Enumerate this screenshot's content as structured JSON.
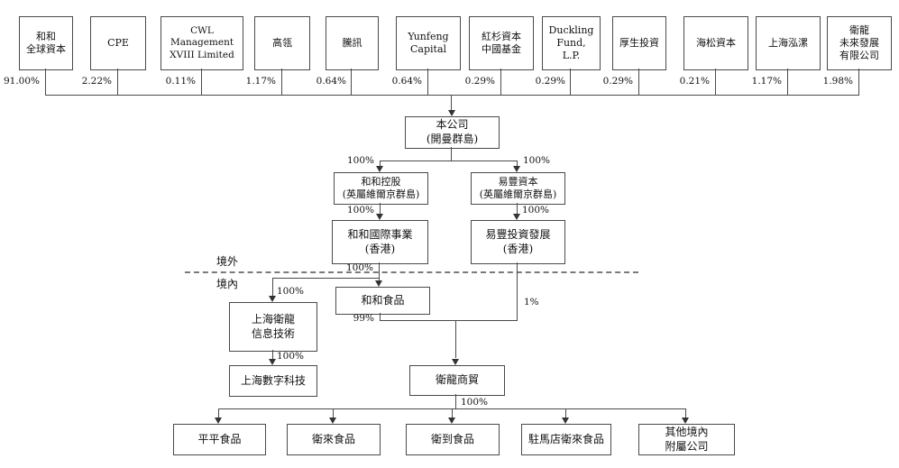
{
  "regions": {
    "offshore": "境外",
    "onshore": "境內"
  },
  "shareholders": [
    {
      "name": "和和\n全球資本",
      "ownership": "91.00%"
    },
    {
      "name": "CPE",
      "ownership": "2.22%"
    },
    {
      "name": "CWL Management\nXVIII Limited",
      "ownership": "0.11%"
    },
    {
      "name": "高瓴",
      "ownership": "1.17%"
    },
    {
      "name": "騰訊",
      "ownership": "0.64%"
    },
    {
      "name": "Yunfeng\nCapital",
      "ownership": "0.64%"
    },
    {
      "name": "紅杉資本\n中國基金",
      "ownership": "0.29%"
    },
    {
      "name": "Duckling\nFund,\nL.P.",
      "ownership": "0.29%"
    },
    {
      "name": "厚生投資",
      "ownership": "0.29%"
    },
    {
      "name": "海松資本",
      "ownership": "0.21%"
    },
    {
      "name": "上海泓漯",
      "ownership": "1.17%"
    },
    {
      "name": "衛龍\n未來發展\n有限公司",
      "ownership": "1.98%"
    }
  ],
  "entities": {
    "company": "本公司\n(開曼群島)",
    "hehe_holdings": "和和控股\n(英屬維爾京群島)",
    "yifeng_capital": "易豐資本\n(英屬維爾京群島)",
    "hehe_international": "和和國際事業\n(香港)",
    "yifeng_investment": "易豐投資發展\n(香港)",
    "hehe_food": "和和食品",
    "shanghai_weilong_it": "上海衛龍\n信息技術",
    "shanghai_digital_tech": "上海數字科技",
    "weilong_trading": "衛龍商貿",
    "pingping_food": "平平食品",
    "weilai_food": "衛來食品",
    "weidao_food": "衛到食品",
    "zhumadian_weilai_food": "駐馬店衛來食品",
    "other_domestic_subsidiaries": "其他境內\n附屬公司"
  },
  "ownership_labels": {
    "company_to_hehe_holdings": "100%",
    "company_to_yifeng_capital": "100%",
    "hehe_holdings_to_hehe_international": "100%",
    "yifeng_capital_to_yifeng_investment": "100%",
    "hehe_international_down": "100%",
    "to_shanghai_weilong_it": "100%",
    "shanghai_weilong_it_to_digital": "100%",
    "hehe_food_to_weilong_trading": "99%",
    "yifeng_investment_to_weilong_trading": "1%",
    "weilong_trading_to_subsidiaries": "100%"
  }
}
